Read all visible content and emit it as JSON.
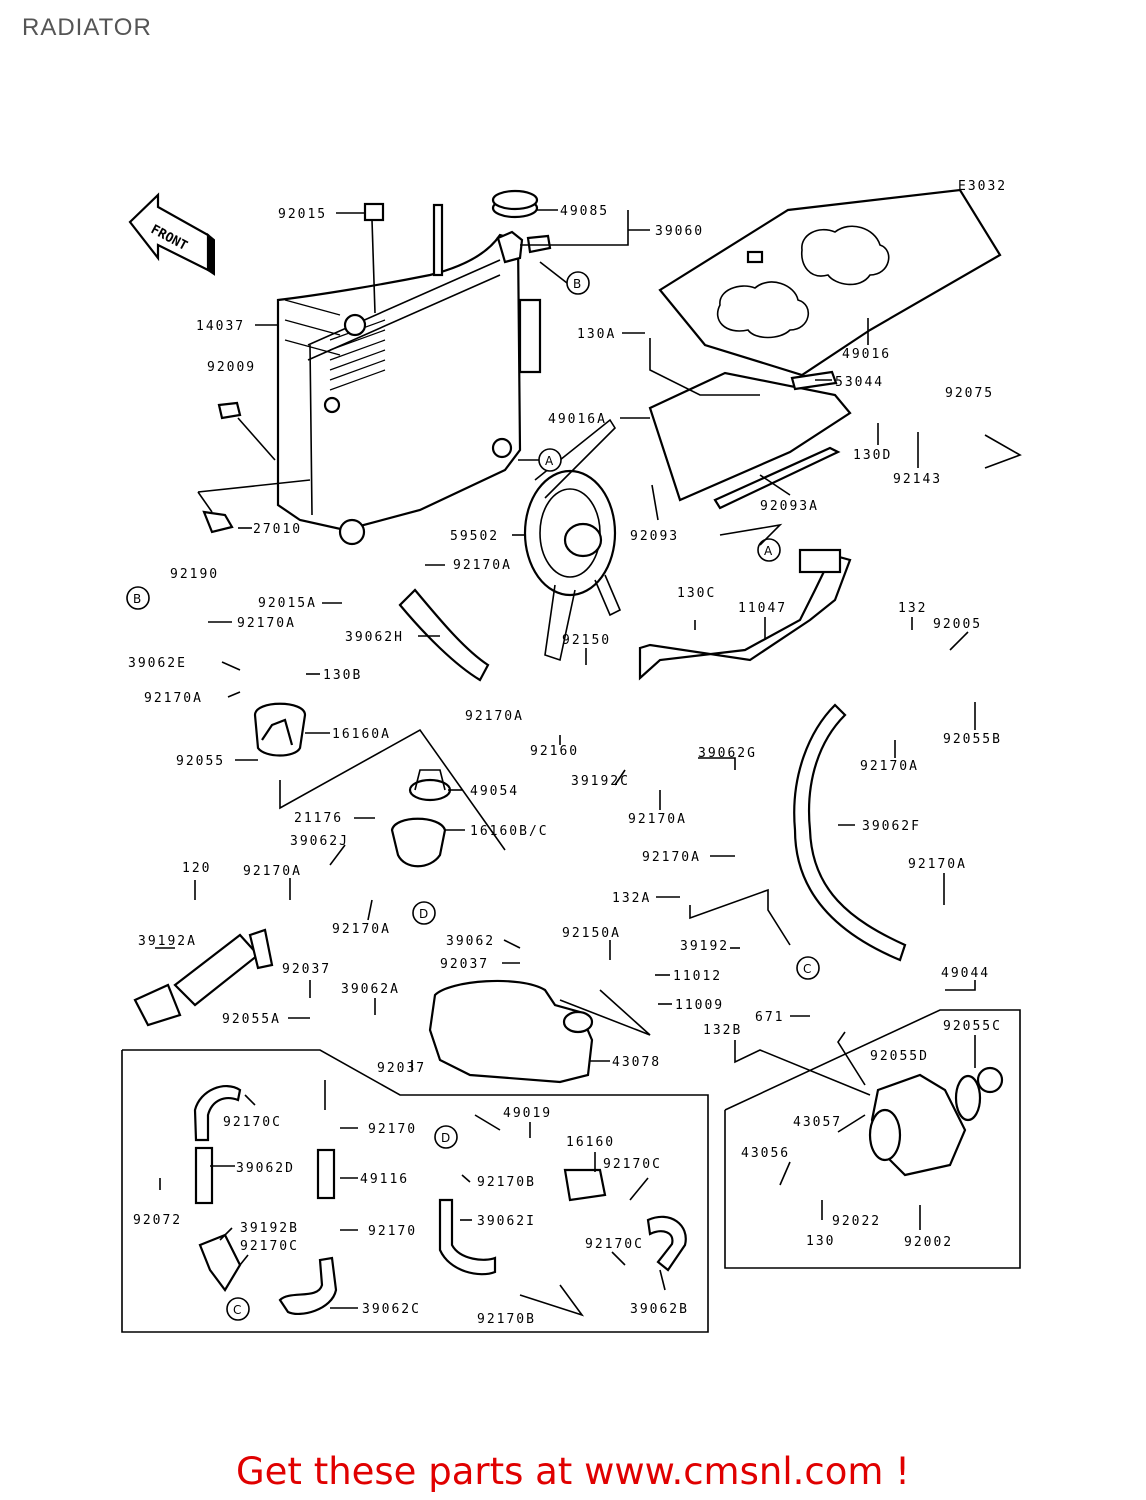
{
  "page": {
    "title": "RADIATOR",
    "drawing_code": "E3032",
    "call_to_action": "Get these parts at www.cmsnl.com !",
    "cta_color": "#e00000"
  },
  "front_arrow": {
    "label": "FRONT",
    "icon": "front-arrow-icon"
  },
  "circle_refs": [
    "A",
    "B",
    "C",
    "D"
  ],
  "parts": [
    "92015",
    "49085",
    "39060",
    "14037",
    "130A",
    "49016",
    "92009",
    "53044",
    "92075",
    "49016A",
    "130D",
    "92143",
    "27010",
    "59502",
    "92093",
    "92093A",
    "92170A",
    "92190",
    "92015A",
    "130C",
    "11047",
    "132",
    "92005",
    "39062H",
    "92150",
    "39062E",
    "130B",
    "92055B",
    "16160A",
    "92160",
    "39062G",
    "92055",
    "49054",
    "39192C",
    "21176",
    "16160B/C",
    "39062F",
    "39062J",
    "92170A",
    "120",
    "132A",
    "39062",
    "92150A",
    "39192A",
    "39192",
    "11012",
    "92037",
    "39062A",
    "11009",
    "49044",
    "671",
    "92055A",
    "92055C",
    "92037",
    "43078",
    "132B",
    "92055D",
    "49019",
    "16160",
    "92170C",
    "92170",
    "43057",
    "43056",
    "39062D",
    "49116",
    "92170B",
    "92072",
    "39192B",
    "39062I",
    "92022",
    "92002",
    "130",
    "39062C",
    "39062B",
    "92170B"
  ]
}
